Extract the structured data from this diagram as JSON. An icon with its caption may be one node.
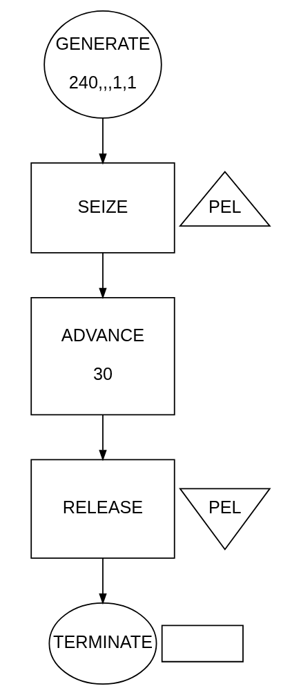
{
  "diagram": {
    "nodes": [
      {
        "text": [
          "GENERATE",
          "240,,,1,1"
        ]
      },
      {
        "text": [
          "SEIZE"
        ]
      },
      {
        "text": [
          "PEL"
        ]
      },
      {
        "text": [
          "ADVANCE",
          "30"
        ]
      },
      {
        "text": [
          "RELEASE"
        ]
      },
      {
        "text": [
          "PEL"
        ]
      },
      {
        "text": [
          "TERMINATE"
        ]
      },
      {
        "text": [],
        "shape": "box"
      }
    ],
    "edges": [
      {
        "from": 0,
        "to": 1,
        "arrow": "to"
      },
      {
        "from": 1,
        "to": 3,
        "arrow": "to"
      },
      {
        "from": 3,
        "to": 4,
        "arrow": "to"
      },
      {
        "from": 4,
        "to": 6,
        "arrow": "to"
      }
    ]
  }
}
